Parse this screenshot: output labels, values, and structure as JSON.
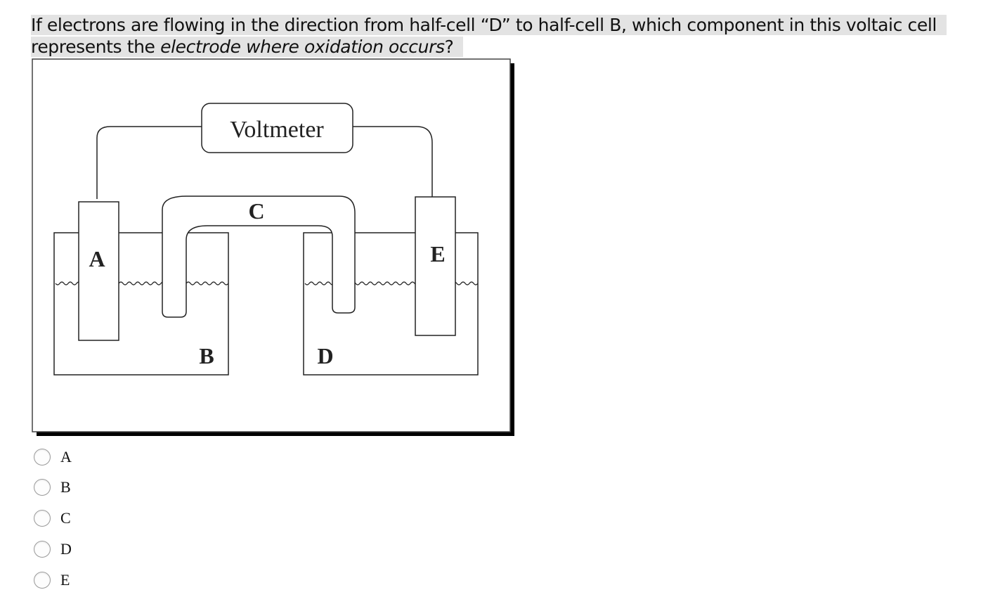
{
  "question": {
    "text_before": "If electrons are flowing in the direction from half-cell “D” to half-cell B, which component in this voltaic cell represents the ",
    "emphasis": "electrode where oxidation occurs",
    "text_after": "?"
  },
  "diagram": {
    "voltmeter_label": "Voltmeter",
    "labels": {
      "a": "A",
      "b": "B",
      "c": "C",
      "d": "D",
      "e": "E"
    }
  },
  "options": [
    {
      "label": "A",
      "selected": false
    },
    {
      "label": "B",
      "selected": false
    },
    {
      "label": "C",
      "selected": false
    },
    {
      "label": "D",
      "selected": false
    },
    {
      "label": "E",
      "selected": false
    }
  ]
}
